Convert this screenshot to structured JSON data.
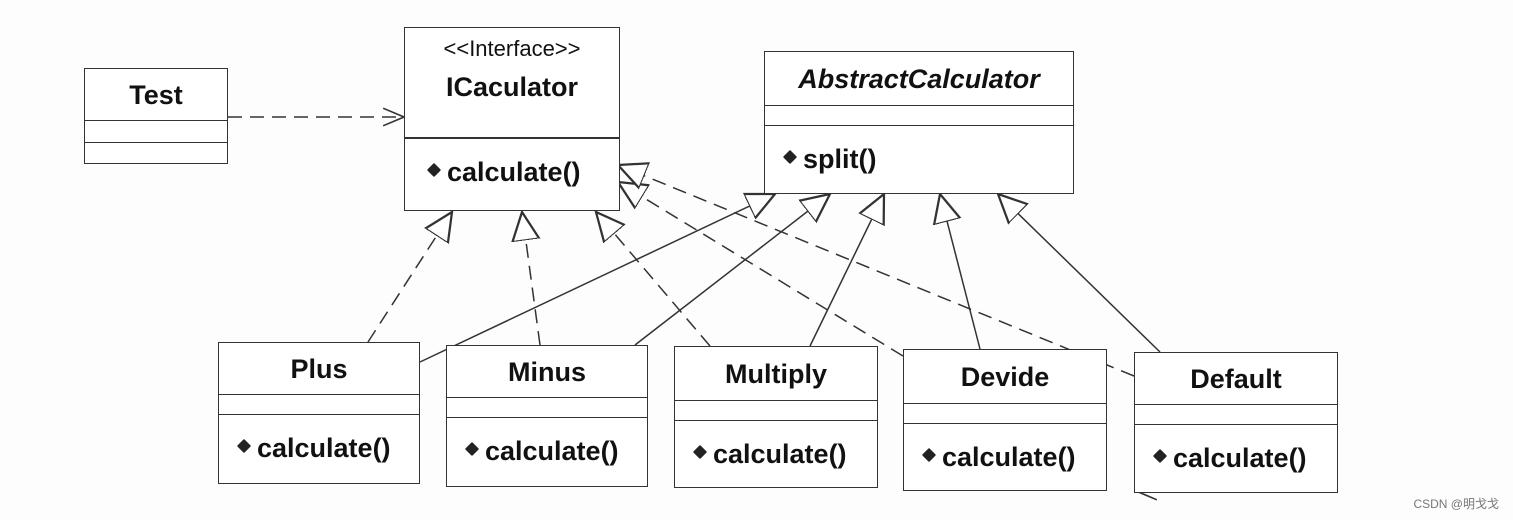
{
  "classes": {
    "test": {
      "name": "Test"
    },
    "icalculator": {
      "stereotype": "<<Interface>>",
      "name": "ICaculator",
      "operation": "calculate()"
    },
    "abstract": {
      "name": "AbstractCalculator",
      "operation": "split()"
    },
    "plus": {
      "name": "Plus",
      "operation": "calculate()"
    },
    "minus": {
      "name": "Minus",
      "operation": "calculate()"
    },
    "multiply": {
      "name": "Multiply",
      "operation": "calculate()"
    },
    "devide": {
      "name": "Devide",
      "operation": "calculate()"
    },
    "default": {
      "name": "Default",
      "operation": "calculate()"
    }
  },
  "relationships": [
    {
      "from": "Test",
      "to": "ICaculator",
      "type": "dependency"
    },
    {
      "from": "Plus",
      "to": "ICaculator",
      "type": "realization"
    },
    {
      "from": "Minus",
      "to": "ICaculator",
      "type": "realization"
    },
    {
      "from": "Multiply",
      "to": "ICaculator",
      "type": "realization"
    },
    {
      "from": "Devide",
      "to": "ICaculator",
      "type": "realization"
    },
    {
      "from": "Default",
      "to": "ICaculator",
      "type": "realization"
    },
    {
      "from": "Plus",
      "to": "AbstractCalculator",
      "type": "generalization"
    },
    {
      "from": "Minus",
      "to": "AbstractCalculator",
      "type": "generalization"
    },
    {
      "from": "Multiply",
      "to": "AbstractCalculator",
      "type": "generalization"
    },
    {
      "from": "Devide",
      "to": "AbstractCalculator",
      "type": "generalization"
    },
    {
      "from": "Default",
      "to": "AbstractCalculator",
      "type": "generalization"
    }
  ],
  "watermark": "CSDN @明戈戈"
}
